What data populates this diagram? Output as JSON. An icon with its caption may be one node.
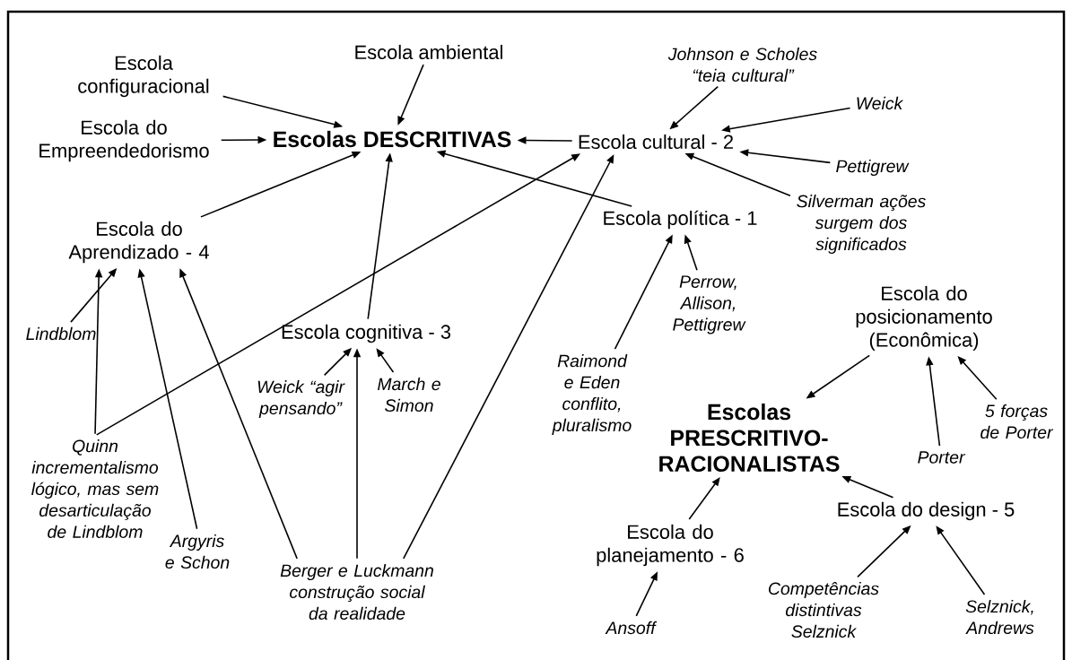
{
  "diagram": {
    "nodes": [
      {
        "text": [
          "Escola configuracional"
        ]
      },
      {
        "text": [
          "Escola ambiental"
        ]
      },
      {
        "text": [
          "Escola do Empreendedorismo"
        ]
      },
      {
        "text": [
          "Escolas DESCRITIVAS"
        ]
      },
      {
        "text": [
          "Johnson e Scholes “teia cultural”"
        ]
      },
      {
        "text": [
          "Escola cultural - 2"
        ]
      },
      {
        "text": [
          "Weick"
        ]
      },
      {
        "text": [
          "Pettigrew"
        ]
      },
      {
        "text": [
          "Silverman ações surgem dos significados"
        ]
      },
      {
        "text": [
          "Escola do Aprendizado - 4"
        ]
      },
      {
        "text": [
          "Escola política - 1"
        ]
      },
      {
        "text": [
          "Perrow, Allison, Pettigrew"
        ]
      },
      {
        "text": [
          "Escola do posicionamento (Econômica)"
        ]
      },
      {
        "text": [
          "Escola cognitiva - 3"
        ]
      },
      {
        "text": [
          "Lindblom"
        ]
      },
      {
        "text": [
          "Weick “agir pensando”"
        ]
      },
      {
        "text": [
          "March e Simon"
        ]
      },
      {
        "text": [
          "Raimond e Eden conflito, pluralismo"
        ]
      },
      {
        "text": [
          "Escolas PRESCRITIVO-RACIONALISTAS"
        ]
      },
      {
        "text": [
          "Porter"
        ]
      },
      {
        "text": [
          "5 forças de Porter"
        ]
      },
      {
        "text": [
          "Quinn incrementalismo lógico, mas sem desarticulação de Lindblom"
        ]
      },
      {
        "text": [
          "Argyris e Schon"
        ]
      },
      {
        "text": [
          "Escola do design - 5"
        ]
      },
      {
        "text": [
          "Escola do planejamento - 6"
        ]
      },
      {
        "text": [
          "Berger e Luckmann construção social da realidade"
        ]
      },
      {
        "text": [
          "Ansoff"
        ]
      },
      {
        "text": [
          "Competências distintivas Selznick"
        ]
      },
      {
        "text": [
          "Selznick, Andrews"
        ]
      }
    ],
    "edges": [
      {
        "from": 0,
        "to": 3,
        "arrow": "to"
      },
      {
        "from": 1,
        "to": 3,
        "arrow": "to"
      },
      {
        "from": 2,
        "to": 3,
        "arrow": "to"
      },
      {
        "from": 5,
        "to": 3,
        "arrow": "to"
      },
      {
        "from": 9,
        "to": 3,
        "arrow": "to"
      },
      {
        "from": 10,
        "to": 3,
        "arrow": "to"
      },
      {
        "from": 13,
        "to": 3,
        "arrow": "to"
      },
      {
        "from": 4,
        "to": 5,
        "arrow": "to"
      },
      {
        "from": 6,
        "to": 5,
        "arrow": "to"
      },
      {
        "from": 7,
        "to": 5,
        "arrow": "to"
      },
      {
        "from": 8,
        "to": 5,
        "arrow": "to"
      },
      {
        "from": 21,
        "to": 5,
        "arrow": "to"
      },
      {
        "from": 25,
        "to": 5,
        "arrow": "to"
      },
      {
        "from": 11,
        "to": 10,
        "arrow": "to"
      },
      {
        "from": 17,
        "to": 10,
        "arrow": "to"
      },
      {
        "from": 14,
        "to": 9,
        "arrow": "to"
      },
      {
        "from": 21,
        "to": 9,
        "arrow": "to"
      },
      {
        "from": 22,
        "to": 9,
        "arrow": "to"
      },
      {
        "from": 25,
        "to": 9,
        "arrow": "to"
      },
      {
        "from": 15,
        "to": 13,
        "arrow": "to"
      },
      {
        "from": 16,
        "to": 13,
        "arrow": "to"
      },
      {
        "from": 25,
        "to": 13,
        "arrow": "to"
      },
      {
        "from": 12,
        "to": 18,
        "arrow": "to"
      },
      {
        "from": 19,
        "to": 12,
        "arrow": "to"
      },
      {
        "from": 20,
        "to": 12,
        "arrow": "to"
      },
      {
        "from": 23,
        "to": 18,
        "arrow": "to"
      },
      {
        "from": 24,
        "to": 18,
        "arrow": "to"
      },
      {
        "from": 26,
        "to": 24,
        "arrow": "to"
      },
      {
        "from": 27,
        "to": 23,
        "arrow": "to"
      },
      {
        "from": 28,
        "to": 23,
        "arrow": "to"
      }
    ]
  }
}
